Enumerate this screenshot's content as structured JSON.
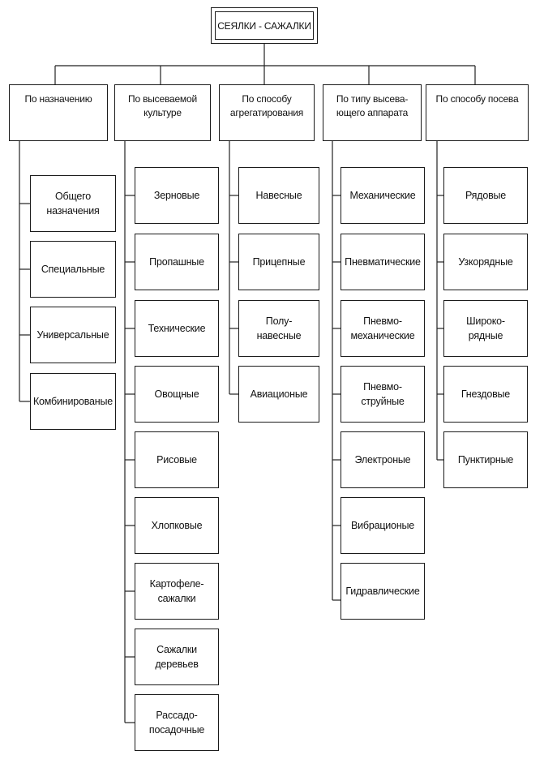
{
  "diagram": {
    "root": "СЕЯЛКИ - САЖАЛКИ",
    "categories": [
      {
        "label": "По назначению",
        "items": [
          "Общего\nназначения",
          "Специальные",
          "Универсальные",
          "Комбинированые"
        ]
      },
      {
        "label": "По высеваемой\nкультуре",
        "items": [
          "Зерновые",
          "Пропашные",
          "Технические",
          "Овощные",
          "Рисовые",
          "Хлопковые",
          "Картофеле-\nсажалки",
          "Сажалки\nдеревьев",
          "Рассадо-\nпосадочные"
        ]
      },
      {
        "label": "По способу\nагрегатирования",
        "items": [
          "Навесные",
          "Прицепные",
          "Полу-\nнавесные",
          "Авиационые"
        ]
      },
      {
        "label": "По типу высева-\nющего аппарата",
        "items": [
          "Механические",
          "Пневматические",
          "Пневмо-\nмеханические",
          "Пневмо-\nструйные",
          "Электроные",
          "Вибрационые",
          "Гидравлические"
        ]
      },
      {
        "label": "По способу посева",
        "items": [
          "Рядовые",
          "Узкорядные",
          "Широко-\nрядные",
          "Гнездовые",
          "Пунктирные"
        ]
      }
    ]
  }
}
